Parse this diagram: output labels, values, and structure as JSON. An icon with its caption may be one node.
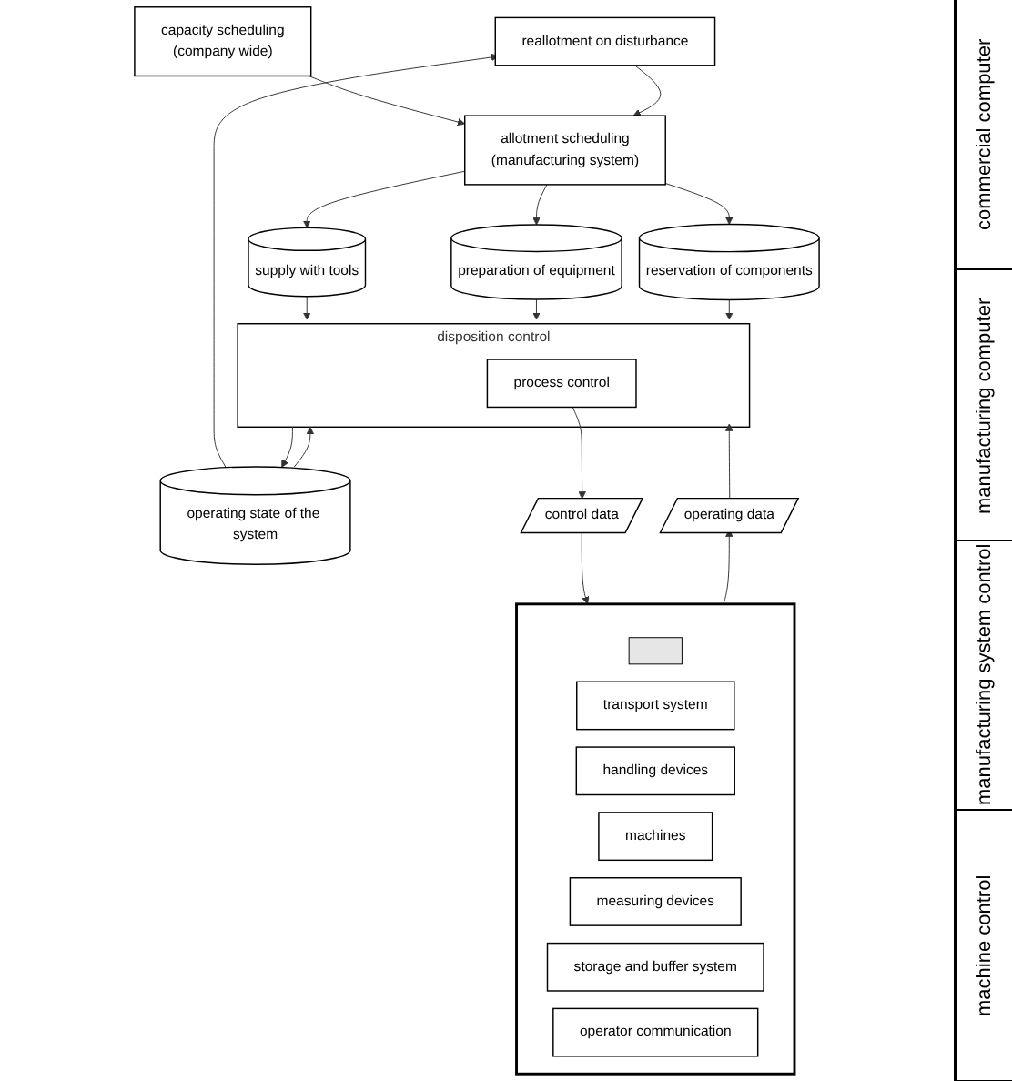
{
  "diagram": {
    "nodes": [
      {
        "text": [
          "capacity scheduling",
          "(company wide)"
        ]
      },
      {
        "text": [
          "allotment scheduling",
          "(manufacturing system)"
        ]
      },
      {
        "text": [
          "reallotment on disturbance"
        ]
      },
      {
        "text": [
          "supply with tools"
        ]
      },
      {
        "text": [
          "preparation of equipment"
        ]
      },
      {
        "text": [
          "reservation of components"
        ]
      },
      {
        "text": [
          "operating state of the system"
        ]
      },
      {
        "text": [
          "disposition control"
        ]
      },
      {
        "text": [
          "process control"
        ],
        "in": 7
      },
      {
        "text": [
          "control data"
        ]
      },
      {
        "text": [
          "operating data"
        ]
      },
      {
        "text": [],
        "shape": "box"
      },
      {
        "text": [],
        "shape": "bar",
        "in": 11
      },
      {
        "text": [
          "transport system"
        ],
        "in": 11
      },
      {
        "text": [
          "handling devices"
        ],
        "in": 11
      },
      {
        "text": [
          "machines"
        ],
        "in": 11
      },
      {
        "text": [
          "measuring devices"
        ],
        "in": 11
      },
      {
        "text": [
          "storage and buffer system"
        ],
        "in": 11
      },
      {
        "text": [
          "operator communication"
        ],
        "in": 11
      }
    ],
    "edges": [
      {
        "from": 0,
        "to": 1,
        "arrow": "to"
      },
      {
        "from": 2,
        "to": 1,
        "arrow": "to"
      },
      {
        "from": 1,
        "to": 3,
        "arrow": "to"
      },
      {
        "from": 1,
        "to": 4,
        "arrow": "to"
      },
      {
        "from": 1,
        "to": 5,
        "arrow": "to"
      },
      {
        "from": 6,
        "to": 2,
        "arrow": "to"
      },
      {
        "from": 3,
        "to": 7,
        "arrow": "to"
      },
      {
        "from": 4,
        "to": 7,
        "arrow": "to"
      },
      {
        "from": 5,
        "to": 7,
        "arrow": "to"
      },
      {
        "from": 6,
        "to": 7,
        "arrow": "to"
      },
      {
        "from": 7,
        "to": 6,
        "arrow": "to"
      },
      {
        "from": 8,
        "to": 9,
        "arrow": "to"
      },
      {
        "from": 10,
        "to": 7,
        "arrow": "to"
      },
      {
        "from": 9,
        "to": 11,
        "arrow": "to"
      },
      {
        "from": 11,
        "to": 10,
        "arrow": "to"
      }
    ],
    "labels": [
      "commercial computer",
      "manufacturing computer",
      "manufacturing system control",
      "machine control"
    ]
  }
}
